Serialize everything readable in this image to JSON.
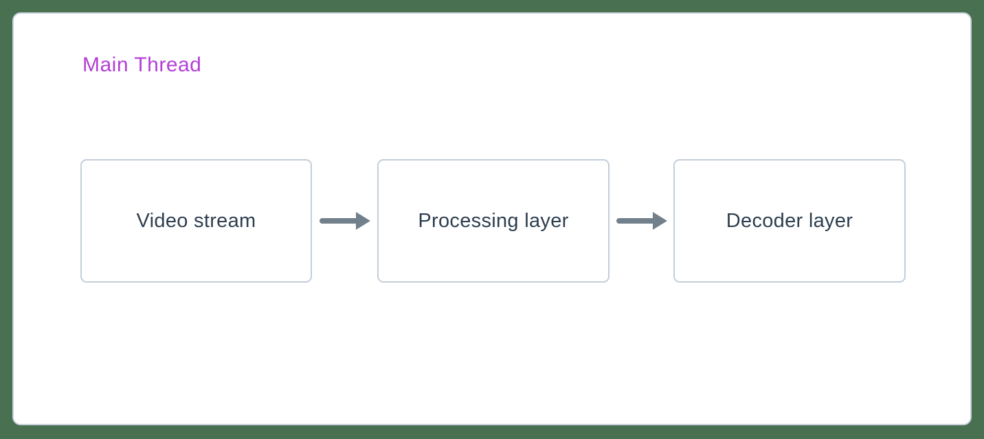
{
  "diagram": {
    "title": "Main Thread",
    "nodes": [
      {
        "id": "video-stream",
        "label": "Video stream"
      },
      {
        "id": "processing-layer",
        "label": "Processing layer"
      },
      {
        "id": "decoder-layer",
        "label": "Decoder layer"
      }
    ],
    "edges": [
      {
        "from": "video-stream",
        "to": "processing-layer",
        "icon": "right-arrow-icon"
      },
      {
        "from": "processing-layer",
        "to": "decoder-layer",
        "icon": "right-arrow-icon"
      }
    ]
  },
  "colors": {
    "background": "#4a7052",
    "panel": "#ffffff",
    "panel_border": "#c8d2dc",
    "node_border": "#c3ced9",
    "node_text": "#2d3e4f",
    "arrow": "#71808b",
    "title": "#b33fd6"
  }
}
